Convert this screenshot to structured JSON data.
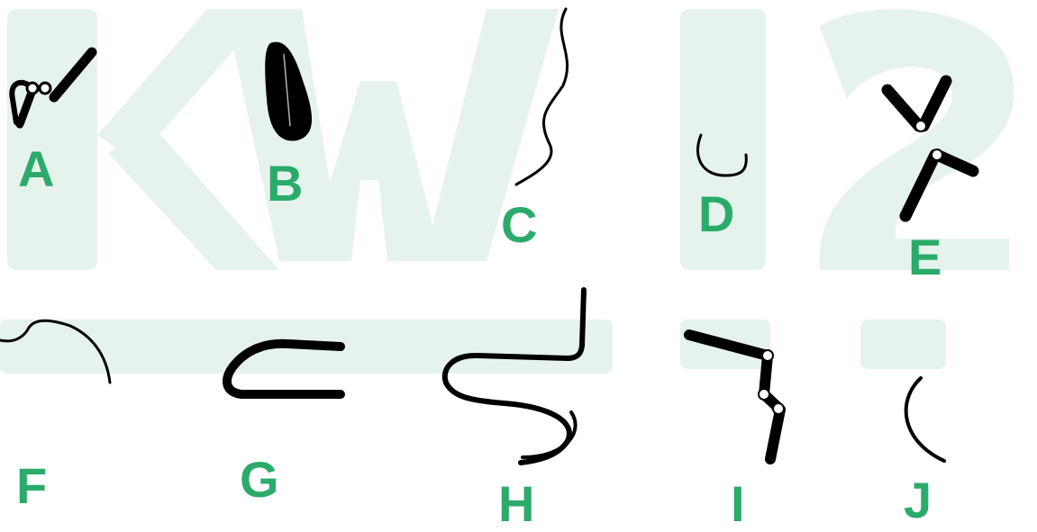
{
  "watermark": {
    "text": "KWI2",
    "color": "#e6f3ec"
  },
  "accent_color": "#2bab6a",
  "stroke_color": "#000000",
  "items": [
    {
      "label": "A",
      "shape": "jointed-rod-icon"
    },
    {
      "label": "B",
      "shape": "filled-leaf-icon"
    },
    {
      "label": "C",
      "shape": "wavy-line-icon"
    },
    {
      "label": "D",
      "shape": "u-hook-icon"
    },
    {
      "label": "E",
      "shape": "v-rods-icon"
    },
    {
      "label": "F",
      "shape": "arc-curve-icon"
    },
    {
      "label": "G",
      "shape": "c-bracket-icon"
    },
    {
      "label": "H",
      "shape": "s-hook-icon"
    },
    {
      "label": "I",
      "shape": "jointed-bent-rod-icon"
    },
    {
      "label": "J",
      "shape": "crescent-arc-icon"
    }
  ]
}
